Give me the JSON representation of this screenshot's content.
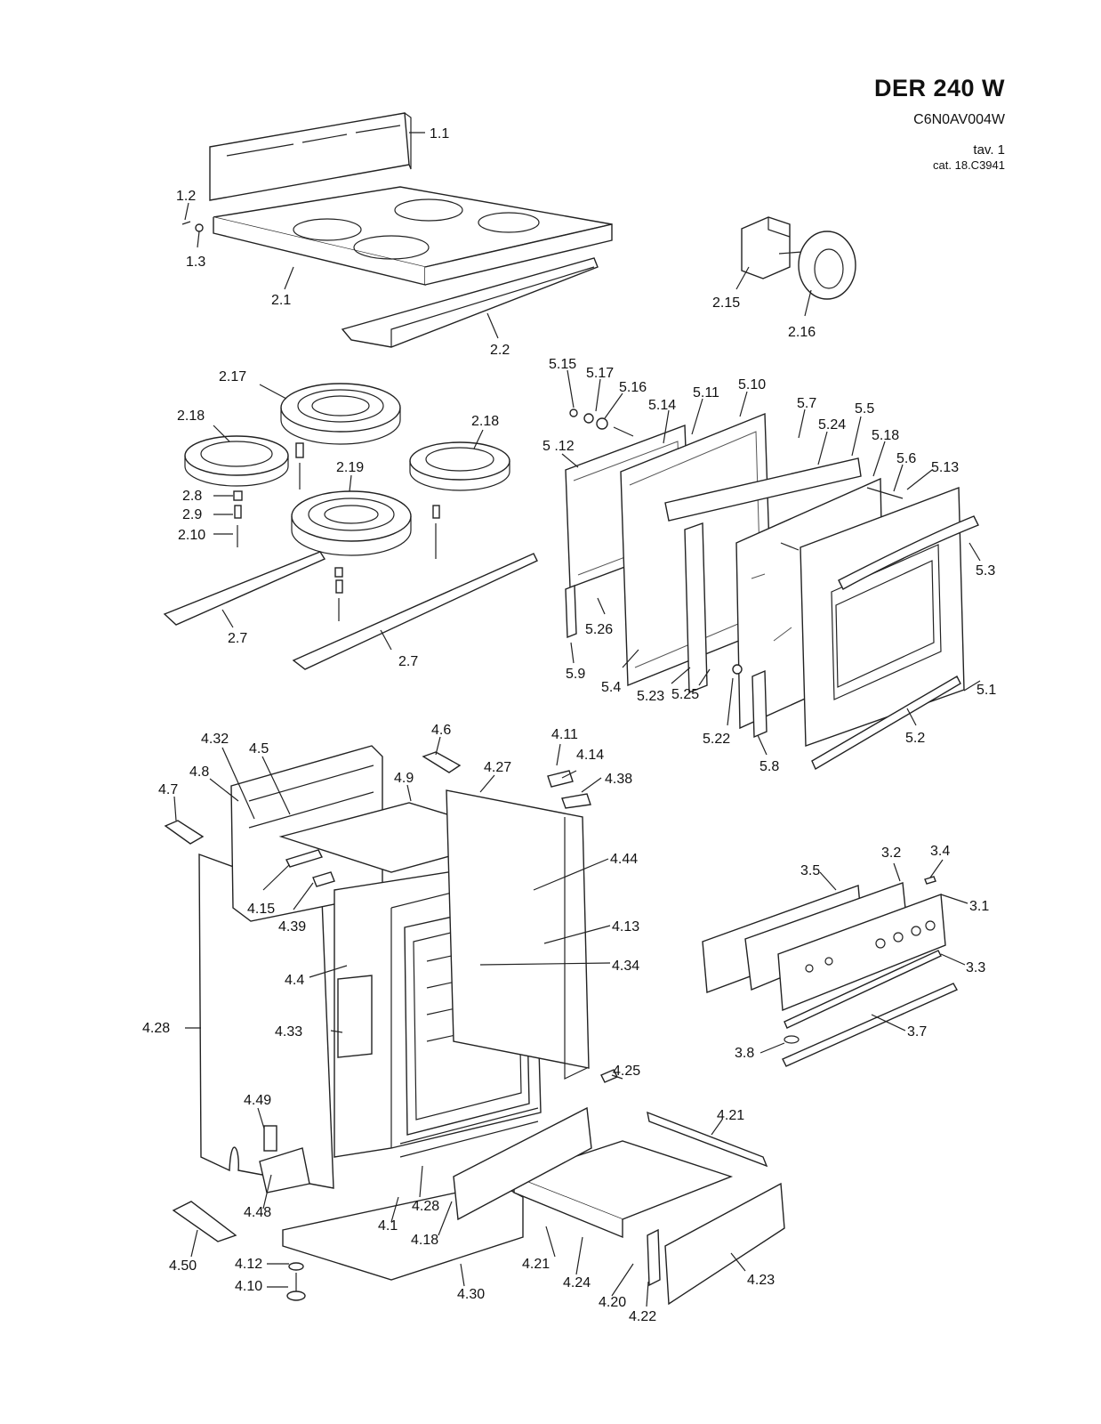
{
  "header": {
    "model": "DER 240 W",
    "code": "C6N0AV004W",
    "table": "tav. 1",
    "catalog": "cat. 18.C3941"
  },
  "callouts": [
    "1.1",
    "1.2",
    "1.3",
    "2.1",
    "2.2",
    "2.15",
    "2.16",
    "2.17",
    "2.18",
    "2.18",
    "2.19",
    "2.8",
    "2.9",
    "2.10",
    "2.7",
    "2.7",
    "5.15",
    "5.17",
    "5.16",
    "5.14",
    "5.11",
    "5.10",
    "5 .12",
    "5.7",
    "5.24",
    "5.5",
    "5.18",
    "5.6",
    "5.13",
    "5.3",
    "5.26",
    "5.9",
    "5.4",
    "5.23",
    "5.25",
    "5.22",
    "5.8",
    "5.2",
    "5.1",
    "4.32",
    "4.5",
    "4.6",
    "4.11",
    "4.14",
    "4.8",
    "4.9",
    "4.27",
    "4.38",
    "4.7",
    "4.44",
    "4.15",
    "4.39",
    "4.13",
    "4.34",
    "4.4",
    "4.33",
    "4.28",
    "4.25",
    "4.49",
    "4.21",
    "4.48",
    "4.28",
    "4.1",
    "4.18",
    "4.50",
    "4.12",
    "4.10",
    "4.30",
    "4.21",
    "4.24",
    "4.20",
    "4.22",
    "4.23",
    "3.2",
    "3.4",
    "3.5",
    "3.1",
    "3.3",
    "3.7",
    "3.8"
  ]
}
